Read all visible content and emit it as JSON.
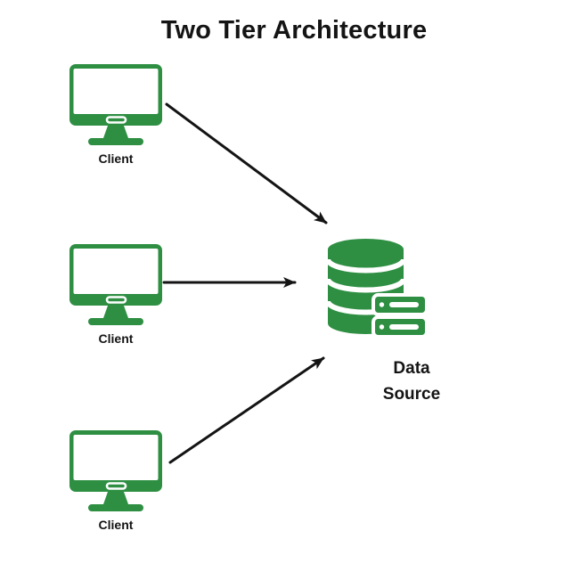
{
  "title": "Two Tier Architecture",
  "colors": {
    "icon_green": "#2E8F43",
    "arrow": "#141414",
    "text": "#141414",
    "background": "#FFFFFF"
  },
  "nodes": {
    "clients": [
      {
        "id": "client-1",
        "label": "Client"
      },
      {
        "id": "client-2",
        "label": "Client"
      },
      {
        "id": "client-3",
        "label": "Client"
      }
    ],
    "data_source": {
      "id": "data-source",
      "label_line1": "Data",
      "label_line2": "Source"
    }
  },
  "icons": {
    "client": "desktop-monitor-icon",
    "data_source": "database-server-icon"
  },
  "connections": [
    {
      "from": "client-1",
      "to": "data-source",
      "style": "solid-arrow"
    },
    {
      "from": "client-2",
      "to": "data-source",
      "style": "solid-arrow"
    },
    {
      "from": "client-3",
      "to": "data-source",
      "style": "solid-arrow"
    }
  ]
}
